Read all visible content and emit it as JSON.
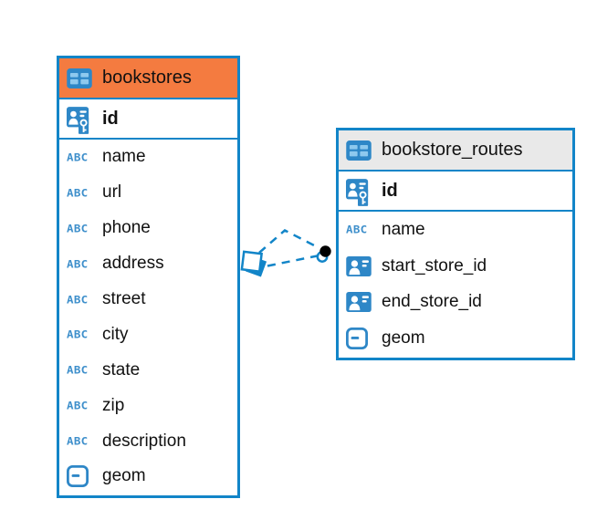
{
  "colors": {
    "table_border_blue": "#1285c8",
    "icon_blue": "#2e87c7",
    "icon_cell_light_blue": "#8ec9ee",
    "abc_icon_blue": "#3e8fcb",
    "bookstores_header_orange": "#f47b40",
    "routes_header_gray": "#e9e9e9",
    "relation_endpoint_black": "#000000"
  },
  "icons": {
    "text_type_label": "ABC"
  },
  "tables": {
    "bookstores": {
      "title": "bookstores",
      "primary_key": "id",
      "columns": [
        "name",
        "url",
        "phone",
        "address",
        "street",
        "city",
        "state",
        "zip",
        "description",
        "geom"
      ]
    },
    "bookstore_routes": {
      "title": "bookstore_routes",
      "primary_key": "id",
      "columns": [
        "name",
        "start_store_id",
        "end_store_id",
        "geom"
      ]
    }
  }
}
